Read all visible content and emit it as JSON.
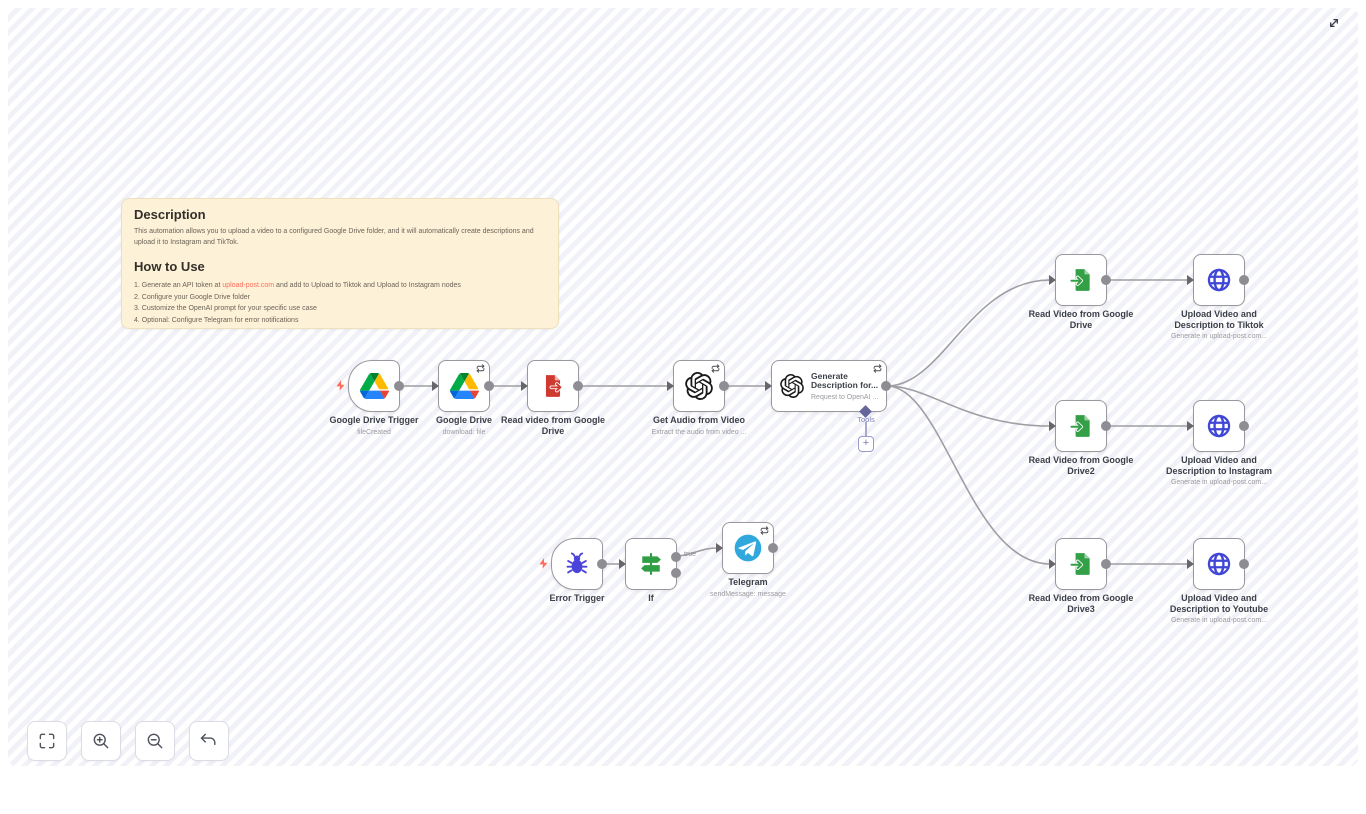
{
  "sticky": {
    "title": "Description",
    "body": "This automation allows you to upload a video to a configured Google Drive folder, and it will automatically create descriptions and upload it to Instagram and TikTok.",
    "howto_title": "How to Use",
    "step1_pre": "1. Generate an API token at ",
    "step1_link": "upload-post.com",
    "step1_post": " and add to Upload to Tiktok and Upload to Instagram nodes",
    "step2": "2. Configure your Google Drive folder",
    "step3": "3. Customize the OpenAI prompt for your specific use case",
    "step4": "4. Optional: Configure Telegram for error notifications"
  },
  "nodes": {
    "gdrive_trigger": {
      "label": "Google Drive Trigger",
      "subtitle": "fileCreated"
    },
    "gdrive": {
      "label": "Google Drive",
      "subtitle": "download: file"
    },
    "read_video": {
      "label": "Read video from Google Drive"
    },
    "get_audio": {
      "label": "Get Audio from Video",
      "subtitle": "Extract the audio from video ..."
    },
    "generate": {
      "title_line1": "Generate",
      "title_line2": "Description for...",
      "subtitle": "Request to OpenAI ...",
      "tools_label": "Tools",
      "add_button": "+"
    },
    "read1": {
      "label": "Read Video from Google Drive"
    },
    "tiktok": {
      "label": "Upload Video and Description to Tiktok",
      "subtitle": "Generate in upload-post.com..."
    },
    "read2": {
      "label": "Read Video from Google Drive2"
    },
    "instagram": {
      "label": "Upload Video and Description to Instagram",
      "subtitle": "Generate in upload-post.com..."
    },
    "read3": {
      "label": "Read Video from Google Drive3"
    },
    "youtube": {
      "label": "Upload Video and Description to Youtube",
      "subtitle": "Generate in upload-post.com..."
    },
    "error_trigger": {
      "label": "Error Trigger"
    },
    "if": {
      "label": "If"
    },
    "telegram": {
      "label": "Telegram",
      "subtitle": "sendMessage: message"
    }
  },
  "connections": {
    "if_true": "true"
  },
  "colors": {
    "accent_link": "#ff6d5a",
    "trigger_bolt": "#ff6d5a",
    "sticky_bg": "#fdf1d8",
    "node_border": "#98989e",
    "wire": "#9e9ea4",
    "tools_accent": "#7c7cba",
    "canvas_stripe": "#f1f1f8"
  }
}
